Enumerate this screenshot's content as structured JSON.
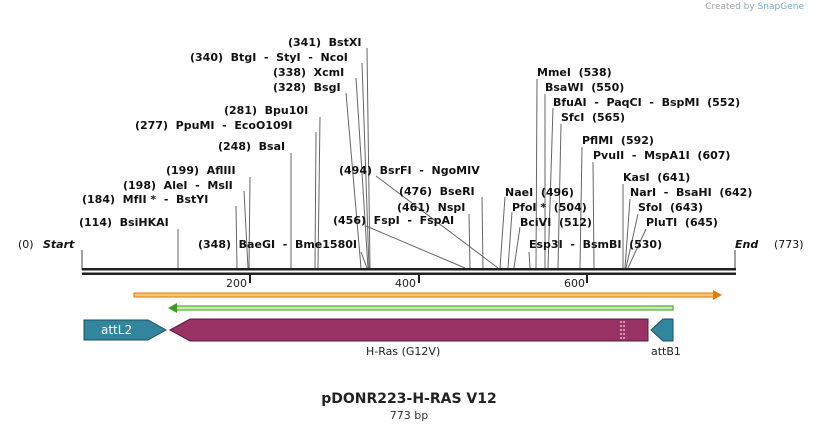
{
  "credit": {
    "prefix": "Created by",
    "brand": "SnapGene"
  },
  "title": "pDONR223-H-RAS V12",
  "length": "773 bp",
  "ends": [
    {
      "label": "Start",
      "pos": "(0)"
    },
    {
      "label": "End",
      "pos": "(773)"
    }
  ],
  "ticks": [
    "200",
    "400",
    "600"
  ],
  "sites": [
    {
      "text": "(341)  BstXI"
    },
    {
      "text": "(340)  BtgI  -  StyI  -  NcoI"
    },
    {
      "text": "(338)  XcmI"
    },
    {
      "text": "(328)  BsgI"
    },
    {
      "text": "(281)  Bpu10I"
    },
    {
      "text": "(277)  PpuMI  -  EcoO109I"
    },
    {
      "text": "(248)  BsaI"
    },
    {
      "text": "(199)  AflIII"
    },
    {
      "text": "(198)  AleI  -  MslI"
    },
    {
      "text": "(184)  MfII *  -  BstYI"
    },
    {
      "text": "(114)  BsiHKAI"
    },
    {
      "text": "(348)  BaeGI  -  Bme1580I"
    },
    {
      "text": "(494)  BsrFI  -  NgoMIV"
    },
    {
      "text": "(476)  BseRI"
    },
    {
      "text": "(461)  NspI"
    },
    {
      "text": "(456)  FspI  -  FspAI"
    },
    {
      "text": "MmeI  (538)"
    },
    {
      "text": "BsaWI  (550)"
    },
    {
      "text": "BfuAI  -  PaqCI  -  BspMI  (552)"
    },
    {
      "text": "SfcI  (565)"
    },
    {
      "text": "PflMI  (592)"
    },
    {
      "text": "PvuII  -  MspA1I  (607)"
    },
    {
      "text": "NaeI  (496)"
    },
    {
      "text": "KasI  (641)"
    },
    {
      "text": "PfoI *  (504)"
    },
    {
      "text": "NarI  -  BsaHI  (642)"
    },
    {
      "text": "BciVI  (512)"
    },
    {
      "text": "SfoI  (643)"
    },
    {
      "text": "PluTI  (645)"
    },
    {
      "text": "Esp3I  -  BsmBI  (530)"
    }
  ],
  "features": [
    {
      "label": "attL2",
      "color": "#31859c"
    },
    {
      "label": "H-Ras (G12V)",
      "color": "#993366"
    },
    {
      "label": "attB1",
      "color": "#31859c"
    }
  ],
  "colors": {
    "orf_arrow": "#e07b10",
    "orf_fill": "#f5c56a",
    "green_arrow": "#3a9a1a",
    "green_fill": "#c8ecb0"
  }
}
